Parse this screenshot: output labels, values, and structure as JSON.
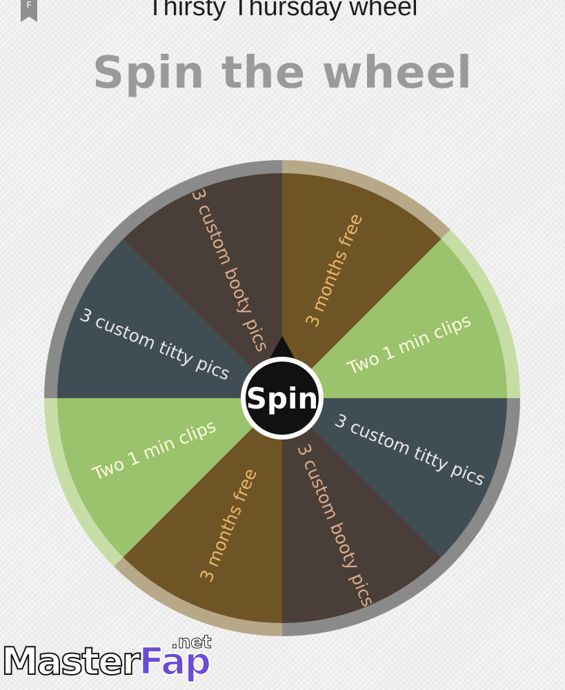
{
  "app": {
    "title": "Thirsty Thursday wheel",
    "bookmark_letter": "F"
  },
  "heading": "Spin the wheel",
  "wheel": {
    "segments": [
      {
        "label": "3 months free",
        "color": "#6f5526",
        "text_color": "#e9b56d"
      },
      {
        "label": "Two 1 min clips",
        "color": "#9bc26c",
        "text_color": "#fdfbe0"
      },
      {
        "label": "3 custom titty pics",
        "color": "#414d55",
        "text_color": "#e6e6e6"
      },
      {
        "label": "3 custom booty pics",
        "color": "#4a3e38",
        "text_color": "#d9ab8c"
      },
      {
        "label": "3 months free",
        "color": "#6f5526",
        "text_color": "#e9b56d"
      },
      {
        "label": "Two 1 min clips",
        "color": "#9bc26c",
        "text_color": "#fdfbe0"
      },
      {
        "label": "3 custom titty pics",
        "color": "#414d55",
        "text_color": "#e6e6e6"
      },
      {
        "label": "3 custom booty pics",
        "color": "#4a3e38",
        "text_color": "#d9ab8c"
      }
    ],
    "spin_button_label": "Spin"
  },
  "watermark": {
    "part_a": "Master",
    "part_b": "Fap",
    "suffix": ".net"
  },
  "icons": {
    "bookmark": "bookmark-icon",
    "pointer": "pointer-icon"
  }
}
